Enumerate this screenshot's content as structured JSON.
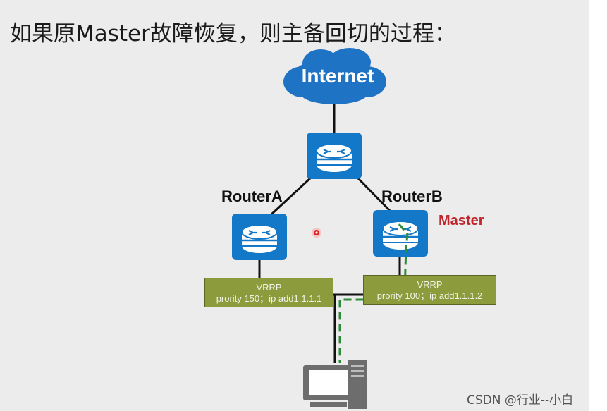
{
  "heading": "如果原Master故障恢复，则主备回切的过程：",
  "internet_label": "Internet",
  "router_a": {
    "name": "RouterA"
  },
  "router_b": {
    "name": "RouterB",
    "role": "Master"
  },
  "vrrp_a": {
    "title": "VRRP",
    "detail": "prority 150；ip add1.1.1.1"
  },
  "vrrp_b": {
    "title": "VRRP",
    "detail": "prority 100；ip add1.1.1.2"
  },
  "watermark": "CSDN @行业--小白",
  "colors": {
    "router_blue": "#1478c8",
    "cloud_blue": "#1e73c5",
    "vrrp_green": "#8c9b3c",
    "master_red": "#c0262b",
    "path_green": "#2e8b3a"
  }
}
